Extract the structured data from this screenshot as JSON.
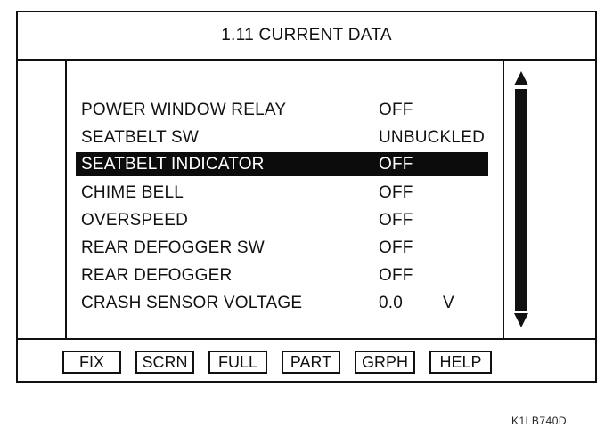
{
  "title": "1.11 CURRENT DATA",
  "rows": [
    {
      "name": "POWER WINDOW RELAY",
      "value": "OFF",
      "unit": ""
    },
    {
      "name": "SEATBELT SW",
      "value": "UNBUCKLED",
      "unit": ""
    },
    {
      "name": "SEATBELT INDICATOR",
      "value": "OFF",
      "unit": ""
    },
    {
      "name": "CHIME BELL",
      "value": "OFF",
      "unit": ""
    },
    {
      "name": "OVERSPEED",
      "value": "OFF",
      "unit": ""
    },
    {
      "name": "REAR DEFOGGER SW",
      "value": "OFF",
      "unit": ""
    },
    {
      "name": "REAR DEFOGGER",
      "value": "OFF",
      "unit": ""
    },
    {
      "name": "CRASH SENSOR VOLTAGE",
      "value": "0.0",
      "unit": "V"
    }
  ],
  "buttons": {
    "fix": "FIX",
    "scrn": "SCRN",
    "full": "FULL",
    "part": "PART",
    "grph": "GRPH",
    "help": "HELP"
  },
  "caption": "K1LB740D",
  "icons": {
    "scroll_up": "triangle-up-icon",
    "scroll_down": "triangle-down-icon"
  },
  "colors": {
    "foreground": "#111111",
    "selected_background": "#0c0c0c",
    "selected_text": "#ffffff"
  }
}
